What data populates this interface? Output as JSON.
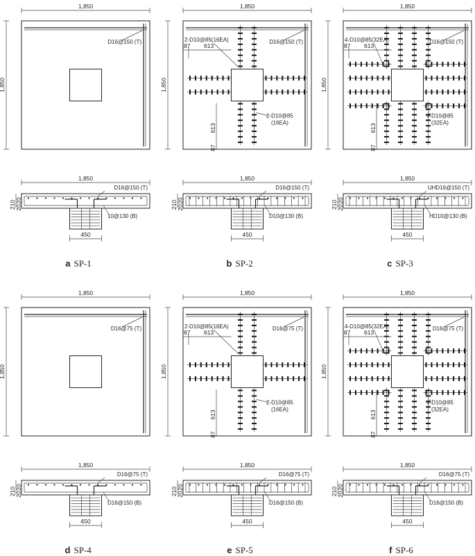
{
  "panels": [
    {
      "key": "a",
      "letter": "a",
      "name": "SP-1",
      "width_dim": "1,850",
      "height_dim": "1,850",
      "top_rebar": "D16@150 (T)",
      "section_width_dim": "1,850",
      "section_thickness": "210",
      "cover_top": "20",
      "cover_bottom": "20",
      "section_top": "D16@150 (T)",
      "section_bottom": "10@130 (B)",
      "column_dim": "450",
      "shear": false
    },
    {
      "key": "b",
      "letter": "b",
      "name": "SP-2",
      "width_dim": "1,850",
      "height_dim": "1,850",
      "top_rebar": "D16@150 (T)",
      "shear_label_a": "2-D10@85(16EA)",
      "shear_label_b1": "2-D10@85",
      "shear_label_b2": "(16EA)",
      "dim_87_top": "87",
      "dim_613_top": "613",
      "dim_613_left": "613",
      "dim_87_left": "87",
      "section_width_dim": "1,850",
      "section_thickness": "210",
      "cover_top": "20",
      "cover_bottom": "20",
      "section_top": "D16@150 (T)",
      "section_bottom": "D10@130 (B)",
      "column_dim": "450",
      "shear": true,
      "lines": 2
    },
    {
      "key": "c",
      "letter": "c",
      "name": "SP-3",
      "width_dim": "1,850",
      "height_dim": "1,850",
      "top_rebar": "D16@150 (T)",
      "shear_label_a": "4-D10@85(32EA)",
      "shear_label_b1": "4-D10@85",
      "shear_label_b2": "(32EA)",
      "dim_87_top": "87",
      "dim_613_top": "613",
      "dim_613_left": "613",
      "dim_87_left": "87",
      "section_width_dim": "1,850",
      "section_thickness": "210",
      "cover_top": "20",
      "cover_bottom": "20",
      "section_top": "UHD16@150 (T)",
      "section_bottom": "HD10@130 (B)",
      "column_dim": "450",
      "shear": true,
      "lines": 4
    },
    {
      "key": "d",
      "letter": "d",
      "name": "SP-4",
      "width_dim": "1,850",
      "height_dim": "1,850",
      "top_rebar": "D16@75 (T)",
      "section_width_dim": "1,850",
      "section_thickness": "210",
      "cover_top": "20",
      "cover_bottom": "20",
      "section_top": "D16@75 (T)",
      "section_bottom": "D16@150 (B)",
      "column_dim": "450",
      "shear": false
    },
    {
      "key": "e",
      "letter": "e",
      "name": "SP-5",
      "width_dim": "1,850",
      "height_dim": "1,850",
      "top_rebar": "D16@75 (T)",
      "shear_label_a": "2-D10@85(16EA)",
      "shear_label_b1": "2-D10@85",
      "shear_label_b2": "(16EA)",
      "dim_87_top": "87",
      "dim_613_top": "613",
      "dim_613_left": "613",
      "dim_87_left": "87",
      "section_width_dim": "1,850",
      "section_thickness": "210",
      "cover_top": "20",
      "cover_bottom": "20",
      "section_top": "D16@75 (T)",
      "section_bottom": "D16@150 (B)",
      "column_dim": "450",
      "shear": true,
      "lines": 2
    },
    {
      "key": "f",
      "letter": "f",
      "name": "SP-6",
      "width_dim": "1,850",
      "height_dim": "1,850",
      "top_rebar": "D16@75 (T)",
      "shear_label_a": "4-D10@85(32EA)",
      "shear_label_b1": "4-D10@85",
      "shear_label_b2": "(32EA)",
      "dim_87_top": "87",
      "dim_613_top": "613",
      "dim_613_left": "613",
      "dim_87_left": "87",
      "section_width_dim": "1,850",
      "section_thickness": "210",
      "cover_top": "20",
      "cover_bottom": "20",
      "section_top": "D16@75 (T)",
      "section_bottom": "D16@150 (B)",
      "column_dim": "450",
      "shear": true,
      "lines": 4
    }
  ]
}
